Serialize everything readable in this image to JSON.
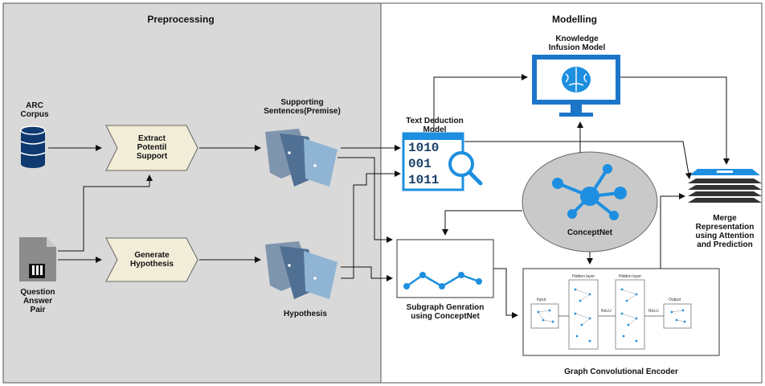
{
  "sections": {
    "preprocessing": "Preprocessing",
    "modelling": "Modelling"
  },
  "nodes": {
    "arc_corpus": [
      "ARC",
      "Corpus"
    ],
    "question_answer_pair": [
      "Question",
      "Answer",
      "Pair"
    ],
    "extract_support": [
      "Extract",
      "Potentil",
      "Support"
    ],
    "generate_hypothesis": [
      "Generate",
      "Hypothesis"
    ],
    "supporting_sentences": [
      "Supporting",
      "Sentences(Premise)"
    ],
    "hypothesis": "Hypothesis",
    "text_deduction": [
      "Text Deduction",
      "Model"
    ],
    "text_deduction_binary": [
      "1010",
      "001",
      "1011"
    ],
    "knowledge_infusion": [
      "Knowledge",
      "Infusion Model"
    ],
    "conceptnet": "ConceptNet",
    "subgraph_generation": [
      "Subgraph Genration",
      "using ConceptNet"
    ],
    "graph_conv_encoder": "Graph Convolutional Encoder",
    "merge": [
      "Merge",
      "Representation",
      "using Attention",
      "and Prediction"
    ]
  },
  "encoder_panel": {
    "input_label": "Input",
    "hidden_label_1": "Hidden layer",
    "hidden_label_2": "Hidden layer",
    "relu_1": "ReLU",
    "relu_2": "ReLU",
    "output_label": "Output"
  },
  "colors": {
    "preprocessing_bg": "#d9d9d9",
    "db_blue": "#0f3a70",
    "chevron_fill": "#f2edd8",
    "doc_dark": "#7f95ae",
    "doc_mid": "#4f6f93",
    "doc_light": "#8fb4d4",
    "accent_blue": "#1e8fe0",
    "conceptnet_bg": "#c9c9c9",
    "monitor_blue": "#1b75c9"
  },
  "icons": {
    "database": "database-icon",
    "file": "file-icon",
    "monitor": "monitor-brain-icon",
    "binary_search": "binary-magnifier-icon",
    "network": "network-icon",
    "stack": "layer-stack-icon",
    "line_graph": "line-graph-icon"
  }
}
